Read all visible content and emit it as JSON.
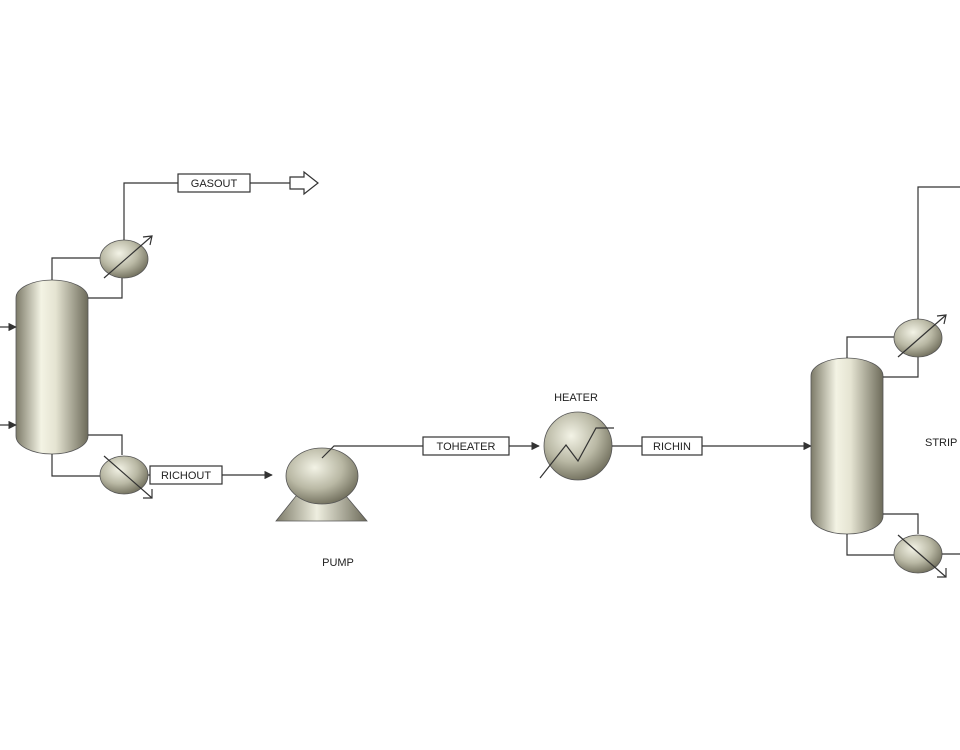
{
  "streams": {
    "gasout": "GASOUT",
    "richout": "RICHOUT",
    "toheater": "TOHEATER",
    "richin": "RICHIN"
  },
  "blocks": {
    "pump": "PUMP",
    "heater": "HEATER",
    "stripper": "STRIP"
  },
  "colors": {
    "vessel_light": "#f4f4e6",
    "vessel_dark": "#7c7a68",
    "line": "#333333"
  }
}
